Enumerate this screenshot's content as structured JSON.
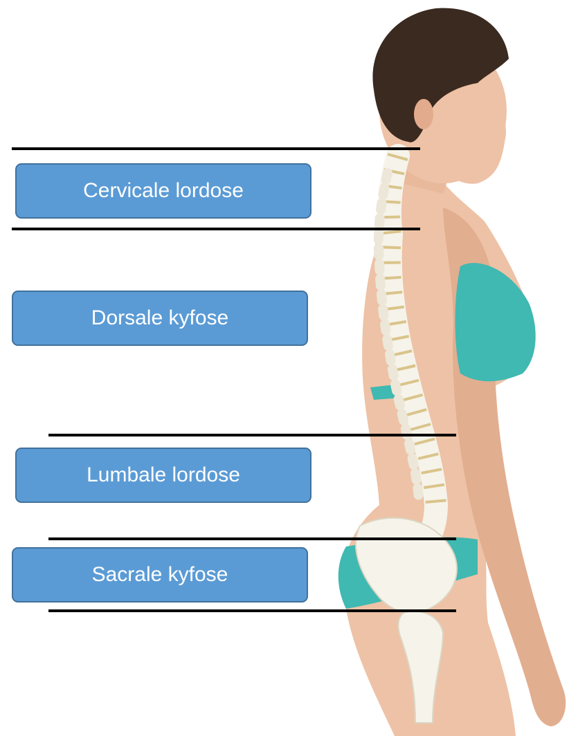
{
  "labels": {
    "cervical": "Cervicale lordose",
    "dorsal": "Dorsale kyfose",
    "lumbar": "Lumbale lordose",
    "sacral": "Sacrale kyfose"
  },
  "colors": {
    "label_fill": "#5b9bd5",
    "label_border": "#41719c",
    "label_text": "#ffffff",
    "divider": "#000000",
    "skin": "#eec2a6",
    "hair": "#3a2a20",
    "swimwear": "#3fb9b1",
    "bone": "#f6f3ea"
  }
}
